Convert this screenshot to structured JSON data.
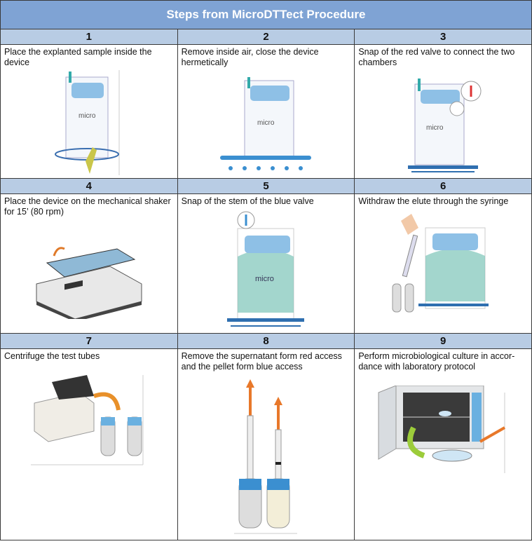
{
  "title": "Steps from MicroDTTect Procedure",
  "steps": [
    {
      "number": "1",
      "text": "Place the explanted sample inside the device",
      "image": "device-with-sample-illustration"
    },
    {
      "number": "2",
      "text": "Remove inside air, close the device hermetically",
      "image": "device-sealing-illustration"
    },
    {
      "number": "3",
      "text": "Snap of the red valve to connect the two chambers",
      "image": "red-valve-snap-illustration"
    },
    {
      "number": "4",
      "text": "Place the device on the mechanical shaker for 15’ (80 rpm)",
      "image": "mechanical-shaker-illustration"
    },
    {
      "number": "5",
      "text": "Snap of the stem of the blue valve",
      "image": "blue-valve-snap-illustration"
    },
    {
      "number": "6",
      "text": "Withdraw the elute through the syringe",
      "image": "syringe-withdraw-illustration"
    },
    {
      "number": "7",
      "text": "Centrifuge the test tubes",
      "image": "centrifuge-illustration"
    },
    {
      "number": "8",
      "text": "Remove the supernatant form red access and the pellet form blue access",
      "image": "syringe-tubes-illustration"
    },
    {
      "number": "9",
      "text": "Perform microbiological culture in accor-dance with laboratory protocol",
      "image": "incubator-illustration"
    }
  ],
  "colors": {
    "title_bg": "#7fa3d4",
    "number_bg": "#b8cce4",
    "device_blue": "#3b8fd0",
    "device_teal": "#7cc4b8"
  }
}
